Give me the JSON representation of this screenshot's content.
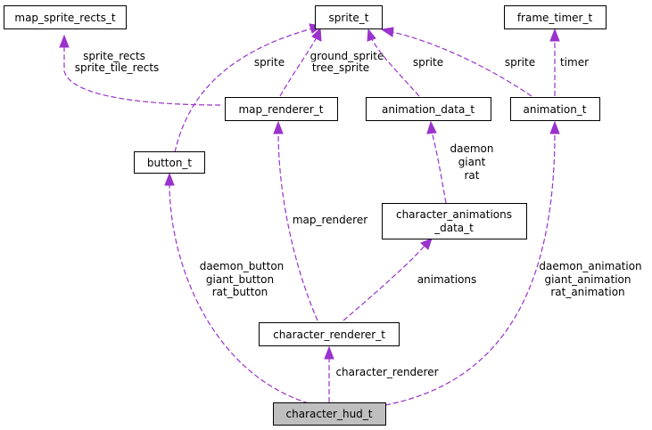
{
  "diagram": {
    "colors": {
      "edge": "#9a32cd",
      "node_border": "#000000",
      "focus_fill": "#bfbfbf"
    },
    "nodes": {
      "map_sprite_rects_t": "map_sprite_rects_t",
      "sprite_t": "sprite_t",
      "frame_timer_t": "frame_timer_t",
      "map_renderer_t": "map_renderer_t",
      "animation_data_t": "animation_data_t",
      "animation_t": "animation_t",
      "button_t": "button_t",
      "character_animations_data_t": [
        "character_animations",
        "_data_t"
      ],
      "character_renderer_t": "character_renderer_t",
      "character_hud_t": "character_hud_t"
    },
    "edges": {
      "map_renderer_to_map_sprite_rects": [
        "sprite_rects",
        "sprite_tile_rects"
      ],
      "button_to_sprite": [
        "sprite"
      ],
      "map_renderer_to_sprite": [
        "ground_sprite",
        "tree_sprite"
      ],
      "animation_data_to_sprite": [
        "sprite"
      ],
      "animation_to_sprite": [
        "sprite"
      ],
      "animation_to_frame_timer": [
        "timer"
      ],
      "character_animations_to_animation_data": [
        "daemon",
        "giant",
        "rat"
      ],
      "character_renderer_to_map_renderer": [
        "map_renderer"
      ],
      "character_renderer_to_character_animations": [
        "animations"
      ],
      "character_hud_to_button": [
        "daemon_button",
        "giant_button",
        "rat_button"
      ],
      "character_hud_to_animation": [
        "daemon_animation",
        "giant_animation",
        "rat_animation"
      ],
      "character_hud_to_character_renderer": [
        "character_renderer"
      ]
    }
  }
}
